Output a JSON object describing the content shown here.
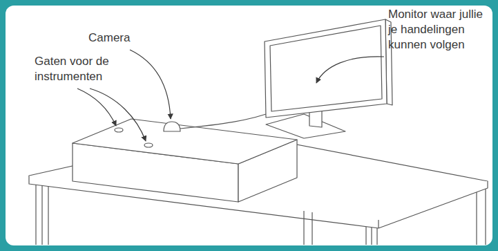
{
  "diagram": {
    "labels": [
      "Gaten voor de instrumenten",
      "Camera",
      "Monitor waar jullie je handelingen kunnen volgen"
    ]
  }
}
